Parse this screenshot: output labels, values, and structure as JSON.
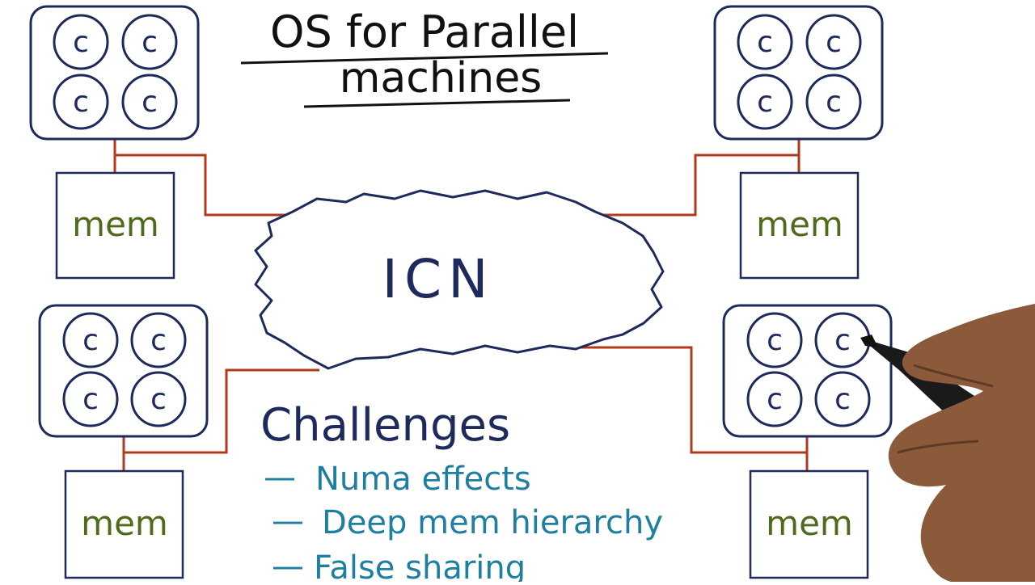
{
  "title": {
    "line1": "OS for Parallel",
    "line2": "machines"
  },
  "network_label": "ICN",
  "nodes": [
    {
      "cores": [
        "c",
        "c",
        "c",
        "c"
      ],
      "memory_label": "mem"
    },
    {
      "cores": [
        "c",
        "c",
        "c",
        "c"
      ],
      "memory_label": "mem"
    },
    {
      "cores": [
        "c",
        "c",
        "c",
        "c"
      ],
      "memory_label": "mem"
    },
    {
      "cores": [
        "c",
        "c",
        "c",
        "c"
      ],
      "memory_label": "mem"
    }
  ],
  "challenges": {
    "heading": "Challenges",
    "items": [
      {
        "dash": "—",
        "text": "Numa effects"
      },
      {
        "dash": "—",
        "text": "Deep mem hierarchy"
      },
      {
        "dash": "—",
        "text": "False sharing"
      }
    ]
  },
  "colors": {
    "ink_navy": "#1f2a5c",
    "wire_red": "#b23a1c",
    "mem_green": "#4e6a1a",
    "challenge_teal": "#1f7fa0",
    "title_black": "#111111"
  }
}
